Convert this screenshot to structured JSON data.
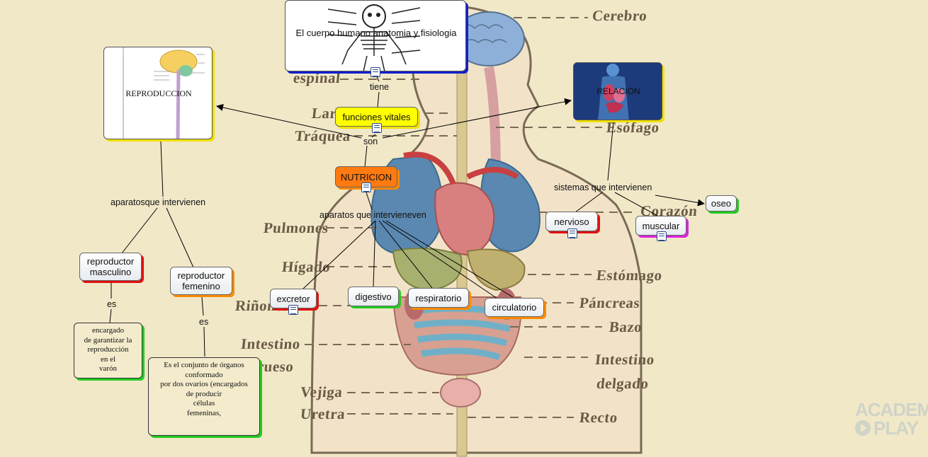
{
  "background_labels": [
    "Cerebro",
    "espinal",
    "Lar",
    "Tráquea",
    "Esófago",
    "Corazón",
    "Pulmones",
    "Hígado",
    "Estómago",
    "Riñones",
    "Páncreas",
    "Bazo",
    "Intestino",
    "grueso",
    "Intestino",
    "delgado",
    "Vejiga",
    "Uretra",
    "Recto"
  ],
  "top_image_node": {
    "title": "El cuerpo humano anatomia y fisiologia"
  },
  "reproduccion_node": {
    "title": "REPRODUCCION"
  },
  "relacion_node": {
    "title": "RELACION"
  },
  "links": {
    "tiene": "tiene",
    "son": "son",
    "aparatos_reproduccion": "aparatosque intervienen",
    "aparatos_nutricion": "aparatos que intervieneven",
    "sistemas_relacion": "sistemas que intervienen",
    "es_masc": "es",
    "es_fem": "es"
  },
  "concepts": {
    "funciones_vitales": "funciones vitales",
    "nutricion": "NUTRICION",
    "reproductor_masculino": "reproductor\nmasculino",
    "reproductor_femenino": "reproductor\nfemenino",
    "excretor": "excretor",
    "digestivo": "digestivo",
    "respiratorio": "respiratorio",
    "circulatorio": "circulatorio",
    "nervioso": "nervioso",
    "muscular": "muscular",
    "oseo": "oseo"
  },
  "notes": {
    "masculino": "encargado\nde garantizar la\nreproducción\nen el\nvarón",
    "femenino": "Es el conjunto de órganos\nconformado\npor dos ovarios (encargados\nde producir\ncélulas\nfemeninas,"
  },
  "watermark": [
    "ACADEMIA",
    "PLAY"
  ],
  "colors": {
    "nutricion": "#ff7a10",
    "funciones": "#ffff00",
    "background": "#f1e8c8"
  }
}
